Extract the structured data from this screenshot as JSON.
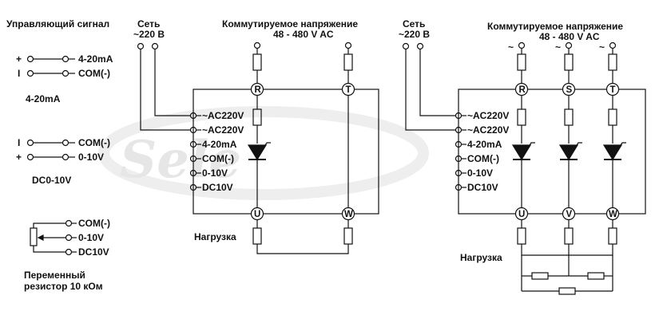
{
  "left_panel": {
    "control_signal_title": "Управляющий сигнал",
    "mA_plus": "+",
    "mA_minus": "I",
    "mA_term_signal": "4-20mA",
    "mA_term_com": "COM(-)",
    "mA_caption": "4-20mA",
    "v_minus": "I",
    "v_plus": "+",
    "v_term_com": "COM(-)",
    "v_term_signal": "0-10V",
    "v_caption": "DC0-10V",
    "pot_term_com": "COM(-)",
    "pot_term_signal": "0-10V",
    "pot_term_dc": "DC10V",
    "pot_caption_line1": "Переменный",
    "pot_caption_line2": "резистор 10 кОм"
  },
  "single_phase": {
    "mains_line1": "Сеть",
    "mains_line2": "~220 В",
    "switched_line1": "Коммутируемое напряжение",
    "switched_line2": "48 - 480 V AC",
    "terminals": [
      "~AC220V",
      "~AC220V",
      "4-20mA",
      "COM(-)",
      "0-10V",
      "DC10V"
    ],
    "term_R": "R",
    "term_T": "T",
    "term_U": "U",
    "term_W": "W",
    "load_label": "Нагрузка"
  },
  "three_phase": {
    "mains_line1": "Сеть",
    "mains_line2": "~220 В",
    "switched_line1": "Коммутируемое напряжение",
    "switched_line2": "48 - 480 V AC",
    "tilde": "~",
    "terminals": [
      "~AC220V",
      "~AC220V",
      "4-20mA",
      "COM(-)",
      "0-10V",
      "DC10V"
    ],
    "term_R": "R",
    "term_S": "S",
    "term_T": "T",
    "term_U": "U",
    "term_V": "V",
    "term_W": "W",
    "load_label": "Нагрузка"
  },
  "colors": {
    "line": "#111111",
    "watermark": "#e6e6e6"
  },
  "icons": [
    "thyristor-icon",
    "fuse-icon",
    "potentiometer-icon",
    "terminal-circle-icon"
  ]
}
